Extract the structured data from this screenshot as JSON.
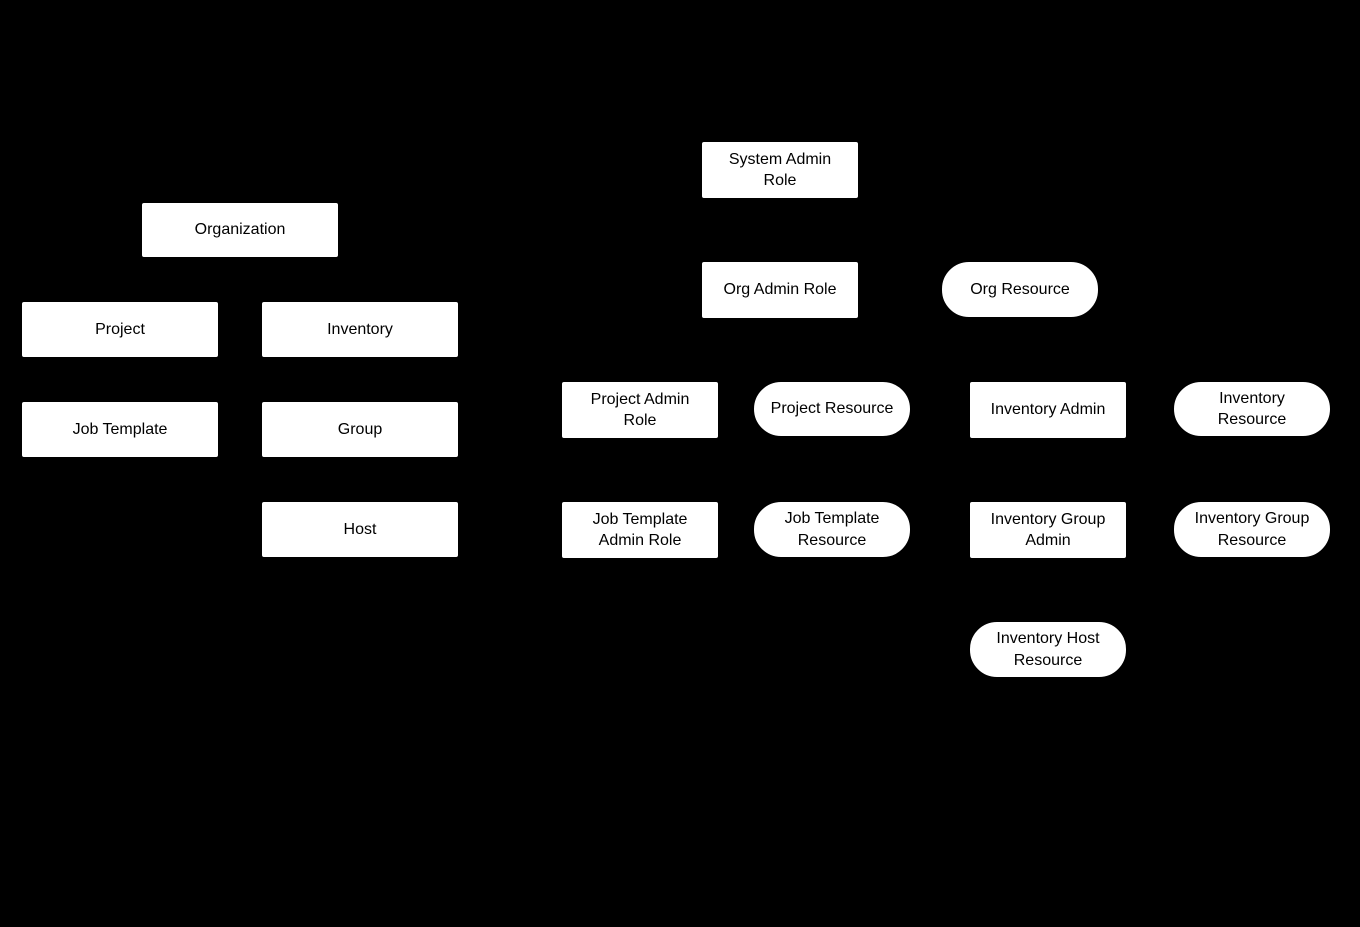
{
  "colors": {
    "background": "#000000",
    "node_fill": "#ffffff",
    "node_border": "#000000",
    "node_text": "#000000"
  },
  "nodes": [
    {
      "id": "organization",
      "label": "Organization",
      "shape": "rectangle"
    },
    {
      "id": "project",
      "label": "Project",
      "shape": "rectangle"
    },
    {
      "id": "inventory",
      "label": "Inventory",
      "shape": "rectangle"
    },
    {
      "id": "job-template",
      "label": "Job Template",
      "shape": "rectangle"
    },
    {
      "id": "group",
      "label": "Group",
      "shape": "rectangle"
    },
    {
      "id": "host",
      "label": "Host",
      "shape": "rectangle"
    },
    {
      "id": "system-admin-role",
      "label": "System Admin\nRole",
      "shape": "rectangle"
    },
    {
      "id": "org-admin-role",
      "label": "Org Admin Role",
      "shape": "rectangle"
    },
    {
      "id": "org-resource",
      "label": "Org Resource",
      "shape": "rounded"
    },
    {
      "id": "project-admin-role",
      "label": "Project Admin\nRole",
      "shape": "rectangle"
    },
    {
      "id": "project-resource",
      "label": "Project Resource",
      "shape": "rounded"
    },
    {
      "id": "inventory-admin",
      "label": "Inventory Admin",
      "shape": "rectangle"
    },
    {
      "id": "inventory-resource",
      "label": "Inventory\nResource",
      "shape": "rounded"
    },
    {
      "id": "job-template-admin-role",
      "label": "Job Template\nAdmin Role",
      "shape": "rectangle"
    },
    {
      "id": "job-template-resource",
      "label": "Job Template\nResource",
      "shape": "rounded"
    },
    {
      "id": "inventory-group-admin",
      "label": "Inventory Group\nAdmin",
      "shape": "rectangle"
    },
    {
      "id": "inventory-group-resource",
      "label": "Inventory Group\nResource",
      "shape": "rounded"
    },
    {
      "id": "inventory-host-resource",
      "label": "Inventory Host\nResource",
      "shape": "rounded"
    }
  ]
}
